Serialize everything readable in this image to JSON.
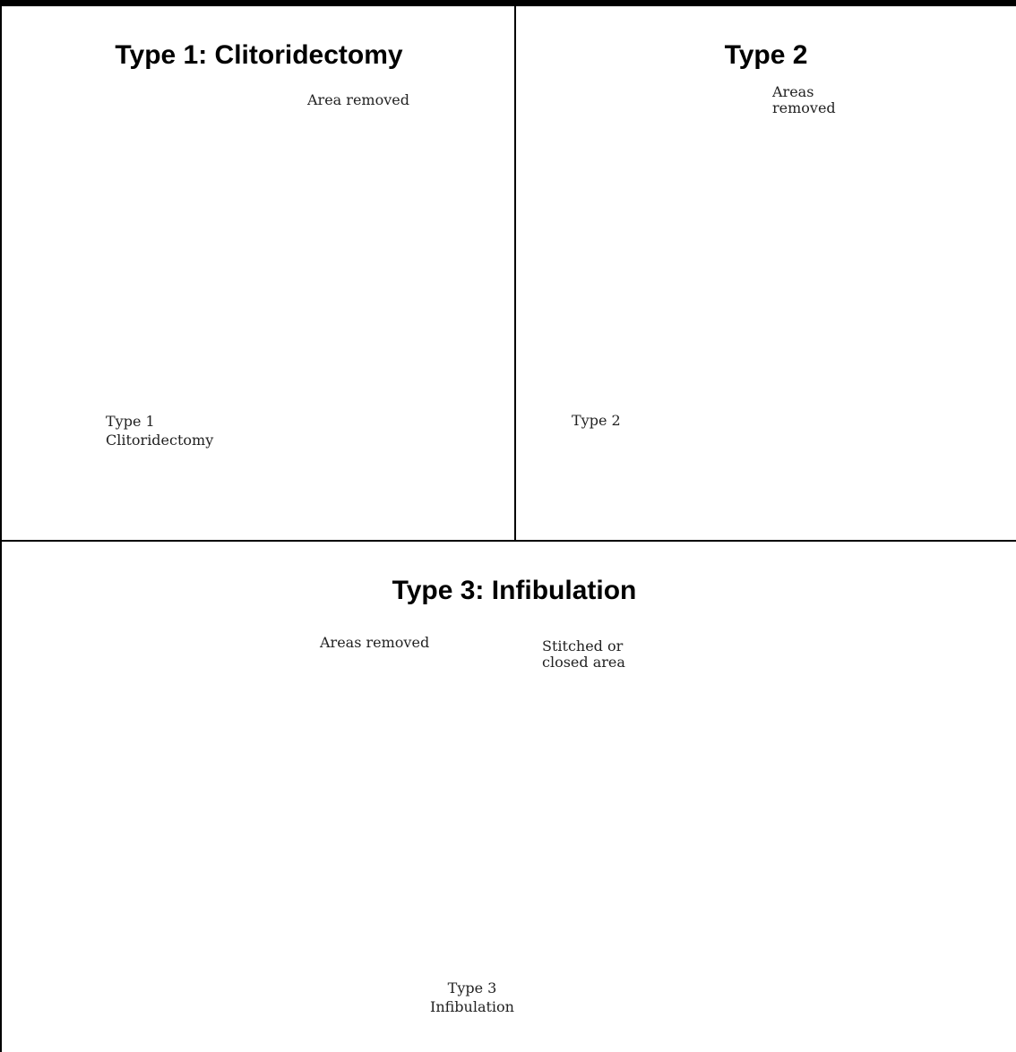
{
  "panels": {
    "type1": {
      "title": "Type 1: Clitoridectomy",
      "callout": "Area removed",
      "caption_line1": "Type 1",
      "caption_line2": "Clitoridectomy"
    },
    "type2": {
      "title": "Type 2",
      "callout_line1": "Areas",
      "callout_line2": "removed",
      "caption": "Type 2"
    },
    "type3": {
      "title": "Type 3: Infibulation",
      "callout_left": "Areas removed",
      "callout_right_line1": "Stitched or",
      "callout_right_line2": "closed area",
      "caption_line1": "Type 3",
      "caption_line2": "Infibulation"
    }
  }
}
